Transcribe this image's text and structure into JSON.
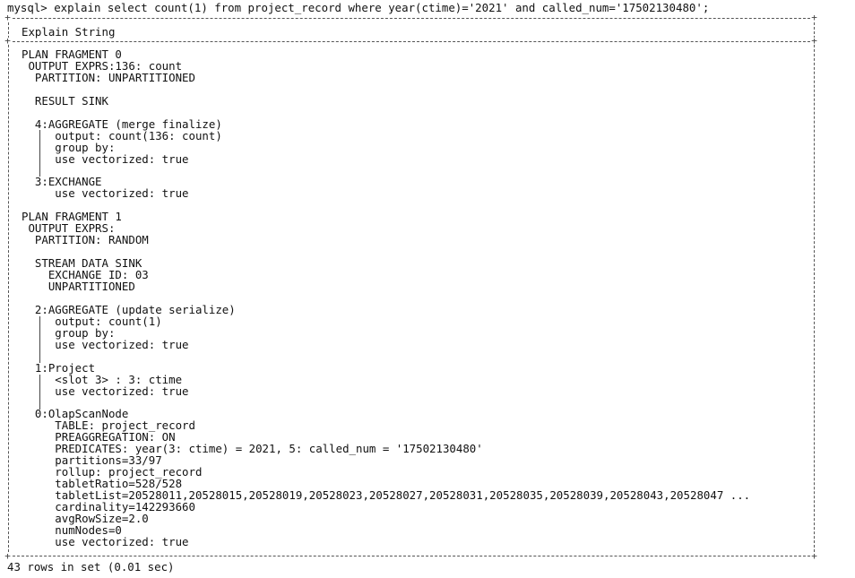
{
  "prompt": {
    "text": "mysql> explain select count(1) from project_record where year(ctime)='2021' and called_num='17502130480';"
  },
  "table": {
    "header": "Explain String",
    "rows": [
      "PLAN FRAGMENT 0",
      " OUTPUT EXPRS:136: count",
      "  PARTITION: UNPARTITIONED",
      "",
      "  RESULT SINK",
      "",
      "  4:AGGREGATE (merge finalize)",
      "     output: count(136: count)",
      "     group by:",
      "     use vectorized: true",
      "",
      "  3:EXCHANGE",
      "     use vectorized: true",
      "",
      "PLAN FRAGMENT 1",
      " OUTPUT EXPRS:",
      "  PARTITION: RANDOM",
      "",
      "  STREAM DATA SINK",
      "    EXCHANGE ID: 03",
      "    UNPARTITIONED",
      "",
      "  2:AGGREGATE (update serialize)",
      "     output: count(1)",
      "     group by:",
      "     use vectorized: true",
      "",
      "  1:Project",
      "     <slot 3> : 3: ctime",
      "     use vectorized: true",
      "",
      "  0:OlapScanNode",
      "     TABLE: project_record",
      "     PREAGGREGATION: ON",
      "     PREDICATES: year(3: ctime) = 2021, 5: called_num = '17502130480'",
      "     partitions=33/97",
      "     rollup: project_record",
      "     tabletRatio=528/528",
      "     tabletList=20528011,20528015,20528019,20528023,20528027,20528031,20528035,20528039,20528043,20528047 ...",
      "     cardinality=142293660",
      "     avgRowSize=2.0",
      "     numNodes=0",
      "     use vectorized: true"
    ]
  },
  "footer": {
    "text": "43 rows in set (0.01 sec)"
  }
}
